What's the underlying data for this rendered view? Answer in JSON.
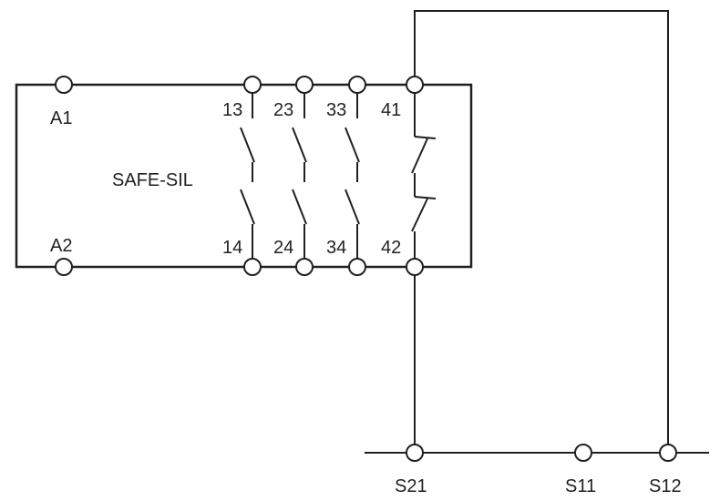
{
  "device": {
    "name": "SAFE-SIL",
    "terminals": {
      "a1": "A1",
      "a2": "A2",
      "t13": "13",
      "t23": "23",
      "t33": "33",
      "t41": "41",
      "t14": "14",
      "t24": "24",
      "t34": "34",
      "t42": "42"
    }
  },
  "external": {
    "s21": "S21",
    "s11": "S11",
    "s12": "S12"
  }
}
